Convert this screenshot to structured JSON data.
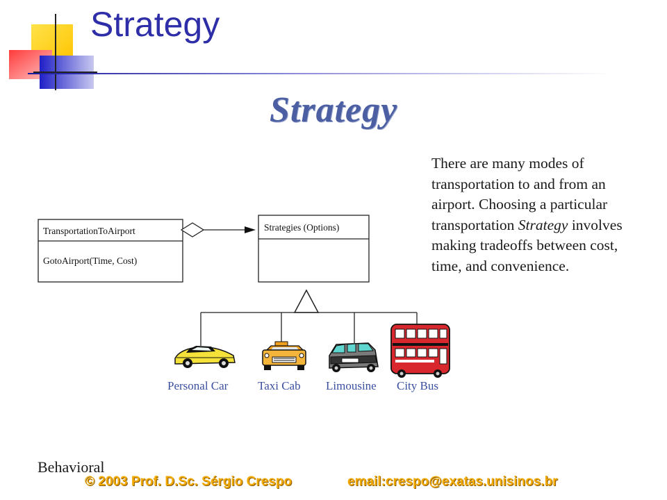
{
  "slide": {
    "title": "Strategy",
    "diagram_heading": "Strategy",
    "description_before": "There are many modes of transportation to and from an airport.  Choosing a particular transportation ",
    "description_emphasis": "Strategy",
    "description_after": " involves making tradeoffs between cost, time, and convenience.",
    "section_label": "Behavioral"
  },
  "uml": {
    "context_class": {
      "name": "TransportationToAirport",
      "operation": "GotoAirport(Time, Cost)"
    },
    "strategy_class": {
      "name": "Strategies (Options)"
    }
  },
  "vehicles": [
    {
      "label": "Personal Car",
      "icon": "car-icon"
    },
    {
      "label": "Taxi Cab",
      "icon": "taxi-icon"
    },
    {
      "label": "Limousine",
      "icon": "limousine-icon"
    },
    {
      "label": "City Bus",
      "icon": "bus-icon"
    }
  ],
  "footer": {
    "copyright": "© 2003  Prof. D.Sc. Sérgio Crespo",
    "email": "email:crespo@exatas.unisinos.br"
  },
  "colors": {
    "title": "#2e2ea8",
    "accent_yellow": "#ffd21c",
    "accent_red": "#ff4b4b",
    "accent_blue": "#2a2ad0",
    "footer": "#f2a900"
  }
}
